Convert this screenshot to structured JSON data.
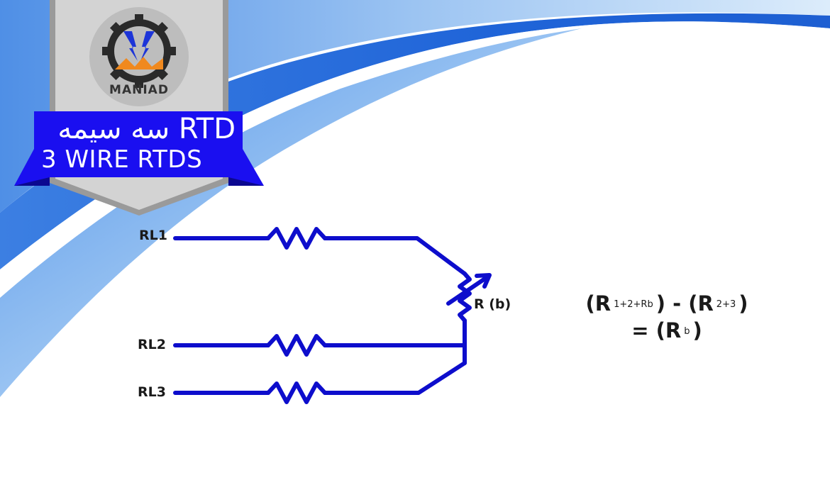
{
  "badge": {
    "logo_text": "MANIAD",
    "title_line_1": "RTD سه سیمه",
    "title_line_2": "3 WIRE RTDS"
  },
  "diagram": {
    "labels": {
      "rl1": "RL1",
      "rl2": "RL2",
      "rl3": "RL3",
      "rb": "R (b)"
    },
    "wire_color": "#0d0dcc"
  },
  "formula": {
    "line_1": {
      "open_a": "(R",
      "sub_a": "1+2+Rb",
      "mid": ") - (R",
      "sub_b": "2+3",
      "close": ")"
    },
    "line_2": {
      "open": "= (R",
      "sub": "b",
      "close": ")"
    }
  },
  "colors": {
    "badge_blue": "#1a0ff0",
    "swoosh_blue": "#1e6fe0",
    "badge_gray": "#d0d0d0"
  }
}
